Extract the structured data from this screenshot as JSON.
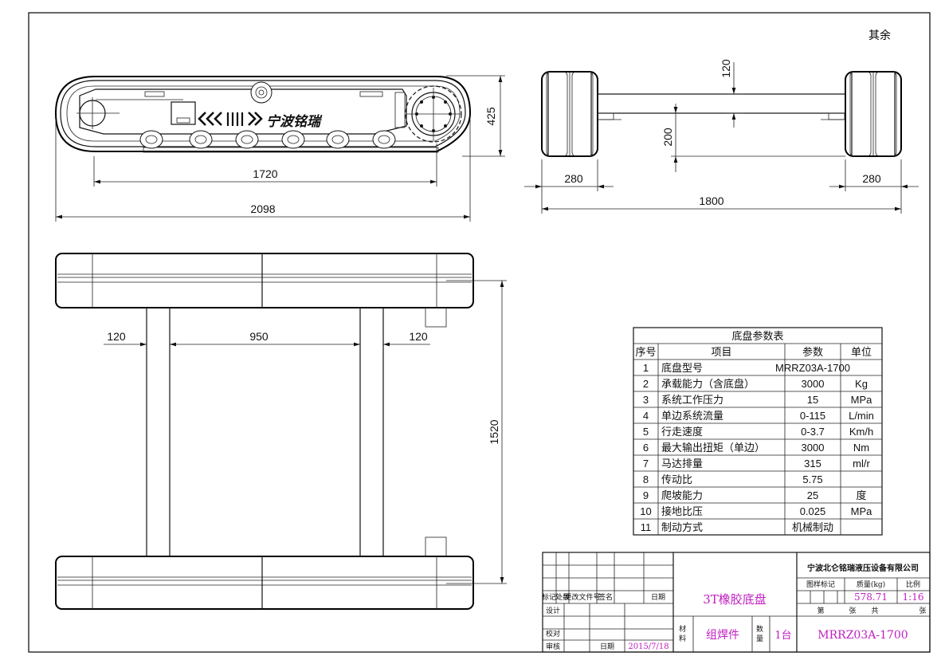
{
  "drawing": {
    "surface_note": "其余",
    "logo_text": "宁波铭瑞",
    "side_view_dims": {
      "length_inner": "1720",
      "length_total": "2098",
      "height": "425"
    },
    "front_view_dims": {
      "track_width_left": "280",
      "track_width_right": "280",
      "total_width": "1800",
      "top_gap": "120",
      "ground_clearance": "200"
    },
    "top_view_dims": {
      "margin_left": "120",
      "frame_gap": "950",
      "margin_right": "120",
      "total_length": "1520"
    }
  },
  "param_table": {
    "title": "底盘参数表",
    "headers": [
      "序号",
      "项目",
      "参数",
      "单位"
    ],
    "rows": [
      [
        "1",
        "底盘型号",
        "MRRZ03A-1700",
        ""
      ],
      [
        "2",
        "承载能力（含底盘）",
        "3000",
        "Kg"
      ],
      [
        "3",
        "系统工作压力",
        "15",
        "MPa"
      ],
      [
        "4",
        "单边系统流量",
        "0-115",
        "L/min"
      ],
      [
        "5",
        "行走速度",
        "0-3.7",
        "Km/h"
      ],
      [
        "6",
        "最大输出扭矩（单边）",
        "3000",
        "Nm"
      ],
      [
        "7",
        "马达排量",
        "315",
        "ml/r"
      ],
      [
        "8",
        "传动比",
        "5.75",
        ""
      ],
      [
        "9",
        "爬坡能力",
        "25",
        "度"
      ],
      [
        "10",
        "接地比压",
        "0.025",
        "MPa"
      ],
      [
        "11",
        "制动方式",
        "机械制动",
        ""
      ]
    ]
  },
  "title_block": {
    "company": "宁波北仑铭瑞液压设备有限公司",
    "drawing_name": "3T橡胶底盘",
    "material_label": "材料",
    "material_value": "组焊件",
    "quantity_label": "数量",
    "quantity_value": "1台",
    "drawing_number": "MRRZ03A-1700",
    "mark_label": "图样标记",
    "mass_label": "质量(kg)",
    "scale_label": "比例",
    "mass_value": "578.71",
    "scale_value": "1:16",
    "sheet_di": "第",
    "sheet_zhang1": "张",
    "sheet_gong": "共",
    "sheet_zhang2": "张",
    "rev_headers": [
      "标记",
      "处数",
      "更改文件号",
      "签名",
      "日期"
    ],
    "design_label": "设计",
    "check_label": "校对",
    "review_label": "审核",
    "date_label": "日期",
    "date_value": "2015/7/18"
  }
}
